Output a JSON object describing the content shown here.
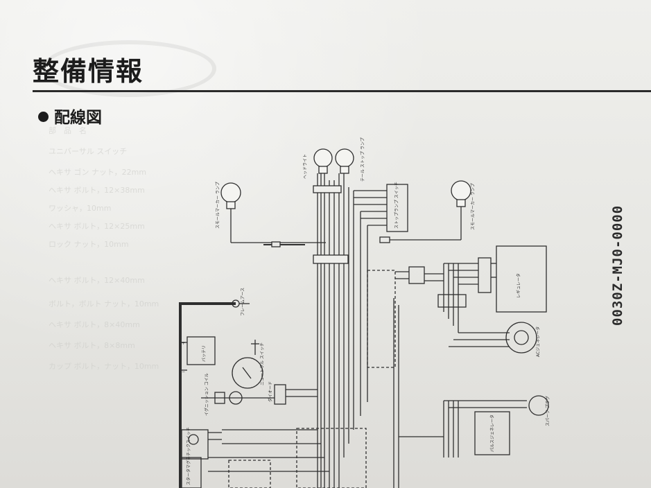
{
  "header": {
    "section_title": "整備情報",
    "logo": "honda-wing-logo"
  },
  "subheader": {
    "title": "配線図"
  },
  "side_code": "0030Z-MJ0-0000",
  "diagram": {
    "labels": {
      "left_bulb": "スモールマーカー ランプ",
      "head_bulb": "ヘッドライト",
      "tail_bulb": "テール ストップ ランプ",
      "right_bulb": "スモールマーカー ランプ",
      "stop_switch": "ストップランプ スイッチ",
      "ground": "フレームアース",
      "battery": "バッテリ",
      "neutral_switch": "ニュートラル スイッチ",
      "diode": "ダイオード",
      "starter_relay": "スタータマグネチックスイッチ",
      "ignition_coil": "イグニッション コイル",
      "regulator": "レギュレータ",
      "pulse": "パルスジェネレータ",
      "generator": "ACジェネレータ",
      "spark": "スパーク プラグ"
    }
  },
  "bleed_text": [
    "部　品　名",
    "ユニバーサル スイッチ",
    "ヘキサ ゴン ナット，22mm",
    "ヘキサ ボルト，12×38mm",
    "ワッシャ，10mm",
    "ヘキサ ボルト，12×25mm",
    "ロック ナット，10mm",
    "ヘキサ ボルト，12×40mm",
    "ボルト，ボルト ナット，10mm",
    "ヘキサ ボルト，8×40mm",
    "ヘキサ ボルト，8×8mm",
    "カップ ボルト，ナット，10mm"
  ]
}
